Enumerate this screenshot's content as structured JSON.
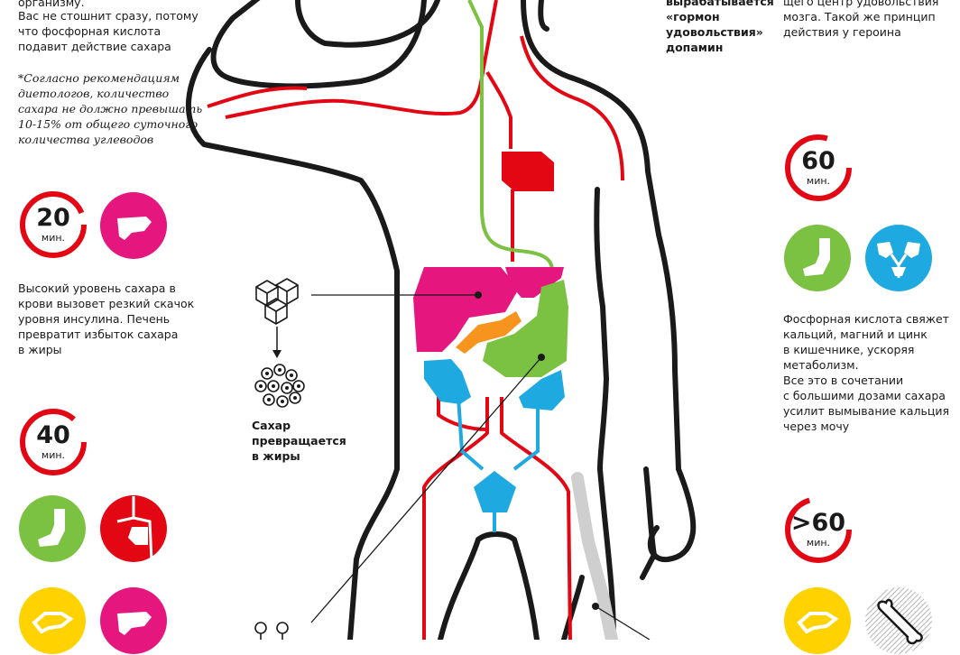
{
  "colors": {
    "red": "#e30613",
    "magenta": "#e5177e",
    "green": "#7bc142",
    "blue": "#1fa9e1",
    "orange": "#f7941d",
    "yellow": "#ffd200",
    "gray": "#bdbdbd",
    "outline": "#1a1a1a"
  },
  "left_column": {
    "intro_line1": "организму.",
    "intro_line2": "Вас не стошнит сразу, потому",
    "intro_line3": "что фосфорная кислота",
    "intro_line4": "подавит действие сахара",
    "note_line1": "*Согласно рекомендациям",
    "note_line2": "диетологов, количество",
    "note_line3": "сахара не должно превышать",
    "note_line4": "10-15% от общего суточного",
    "note_line5": "количества углеводов",
    "timer_20_number": "20",
    "timer_20_unit": "мин.",
    "p20_line1": "Высокий уровень сахара в",
    "p20_line2": "крови вызовет резкий скачок",
    "p20_line3": "уровня инсулина. Печень",
    "p20_line4": "превратит избыток сахара",
    "p20_line5": "в жиры",
    "timer_40_number": "40",
    "timer_40_unit": "мин."
  },
  "center": {
    "fat_line1": "Сахар",
    "fat_line2": "превращается",
    "fat_line3": "в жиры",
    "dopamine_line1": "вырабатывается",
    "dopamine_line2": "«гормон",
    "dopamine_line3": "удовольствия»",
    "dopamine_line4": "допамин"
  },
  "right_column": {
    "top_line1": "щего центр удовольствия",
    "top_line2": "мозга. Такой же принцип",
    "top_line3": "действия у героина",
    "timer_60_number": "60",
    "timer_60_unit": "мин.",
    "p60_line1": "Фосфорная кислота свяжет",
    "p60_line2": "кальций, магний и цинк",
    "p60_line3": "в кишечнике, ускоряя",
    "p60_line4": "метаболизм.",
    "p60_line5": "Все это в сочетании",
    "p60_line6": "с большими дозами сахара",
    "p60_line7": "усилит вымывание кальция",
    "p60_line8": "через мочу",
    "timer_gt60_number": ">60",
    "timer_gt60_unit": "мин."
  },
  "icons": {
    "liver_badge_20": "liver-icon",
    "stomach_badge_40": "stomach-icon",
    "blood_vessels_badge_40": "vessels-icon",
    "pancreas_badge_40": "pancreas-icon",
    "liver_badge_40": "liver-icon",
    "stomach_badge_60": "stomach-icon",
    "kidneys_badge_60": "kidneys-icon",
    "pancreas_badge_gt60": "pancreas-icon",
    "bone_badge_gt60": "bone-icon",
    "sugar_cubes": "sugar-cubes-icon",
    "fat_cells": "fat-cells-icon",
    "arrow_down": "arrow-down-icon"
  }
}
